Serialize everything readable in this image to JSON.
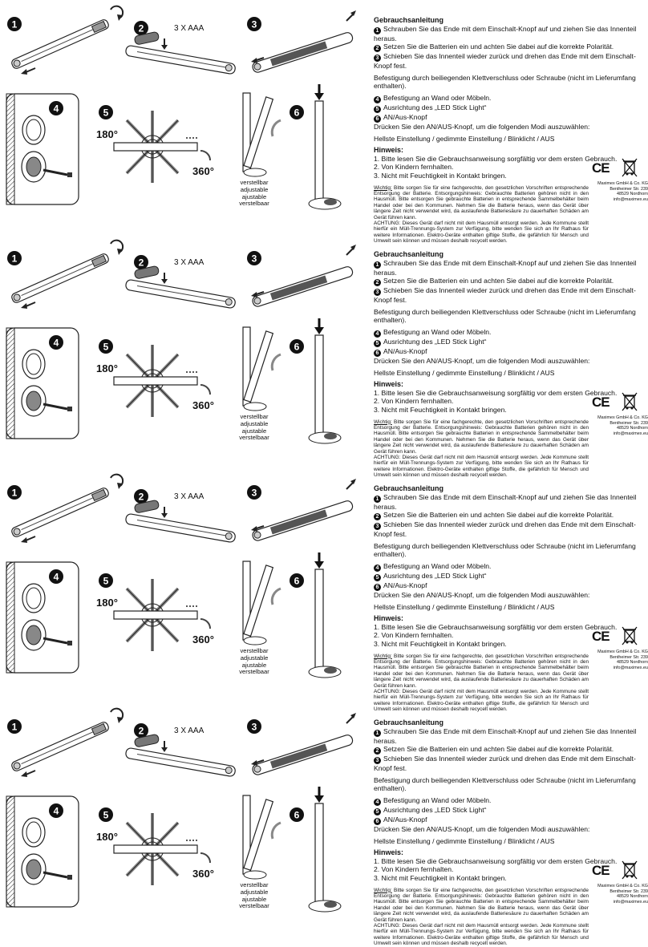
{
  "steps": {
    "n1": "1",
    "n2": "2",
    "n3": "3",
    "n4": "4",
    "n5": "5",
    "n6": "6",
    "battery_label": "3 X AAA",
    "angle_180": "180°",
    "angle_360": "360°",
    "adjustable": [
      "verstellbar",
      "adjustable",
      "ajustable",
      "verstelbaar"
    ]
  },
  "instructions": {
    "heading": "Gebrauchsanleitung",
    "steps": [
      "Schrauben Sie das Ende mit dem Einschalt-Knopf auf und ziehen Sie das Innenteil heraus.",
      "Setzen Sie die Batterien ein und achten Sie dabei auf die korrekte Polarität.",
      "Schieben Sie das Innenteil wieder zurück und drehen das Ende mit dem Einschalt-Knopf fest."
    ],
    "mounting": "Befestigung durch beiliegenden Klettverschluss oder Schraube (nicht im Lieferumfang enthalten).",
    "steps2": [
      "Befestigung an Wand oder Möbeln.",
      "Ausrichtung des „LED Stick Light“",
      "AN/Aus-Knopf"
    ],
    "press": "Drücken Sie den AN/AUS-Knopf, um die folgenden Modi auszuwählen:",
    "modes": "Hellste Einstellung / gedimmte Einstellung / Blinklicht / AUS",
    "hint_heading": "Hinweis:",
    "hints": [
      "1. Bitte lesen Sie die Gebrauchsanweisung sorgfältig vor dem ersten Gebrauch.",
      "2. Von Kindern fernhalten.",
      "3. Nicht mit Feuchtigkeit in Kontakt bringen."
    ],
    "small_lead": "Wichtig:",
    "small_text": " Bitte sorgen Sie für eine fachgerechte, den gesetzlichen Vorschriften entsprechende Entsorgung der Batterie. Entsorgungshinweis: Gebrauchte Batterien gehören nicht in den Hausmüll. Bitte entsorgen Sie gebrauchte Batterien in entsprechende Sammelbehälter beim Handel oder bei den Kommunen. Nehmen Sie die Batterie heraus, wenn das Gerät über längere Zeit nicht verwendet wird, da auslaufende Batteriesäure zu dauerhaften Schäden am Gerät führen kann.",
    "small_text2": "ACHTUNG: Dieses Gerät darf nicht mit dem Hausmüll entsorgt werden. Jede Kommune stellt hierfür ein Müll-Trennungs-System zur Verfügung, bitte wenden Sie sich an Ihr Rathaus für weitere Informationen. Elektro-Geräte enthalten giftige Stoffe, die gefährlich für Mensch und Umwelt sein können und müssen deshalb recycelt werden."
  },
  "company": {
    "ce": "CE",
    "address": [
      "Maximex GmbH & Co. KG",
      "Bentheimer Str. 239",
      "48529 Nordhorn",
      "info@maximex.eu"
    ]
  },
  "step_badges": [
    "❶",
    "❷",
    "❸",
    "❹",
    "❺",
    "❻"
  ]
}
